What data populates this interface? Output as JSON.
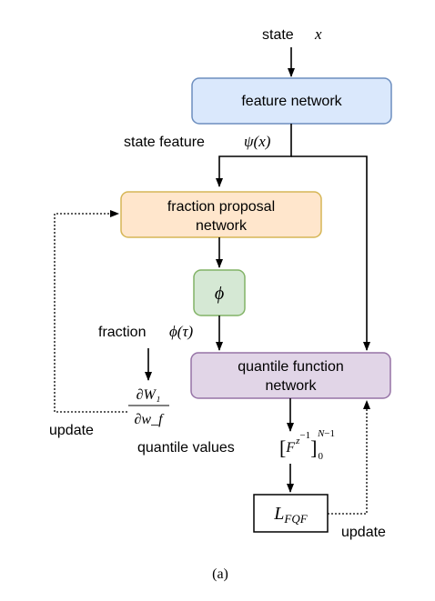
{
  "diagram": {
    "state_label": "state",
    "state_var": "x",
    "feature_network": "feature network",
    "state_feature_label": "state feature",
    "state_feature_math": "ψ(x)",
    "fraction_proposal_line1": "fraction proposal",
    "fraction_proposal_line2": "network",
    "phi_symbol": "ϕ",
    "fraction_label": "fraction",
    "fraction_math": "ϕ(τ)",
    "quantile_function_line1": "quantile function",
    "quantile_function_line2": "network",
    "grad_numerator": "∂W₁",
    "grad_denominator": "∂w_f",
    "update_left": "update",
    "quantile_values_label": "quantile values",
    "quantile_values_math": "[F_z^{-1}]_0^{N-1}",
    "loss_symbol": "L_FQF",
    "update_right": "update",
    "caption": "(a)"
  },
  "colors": {
    "feature_fill": "#dae8fc",
    "feature_stroke": "#6c8ebf",
    "fraction_fill": "#ffe6cc",
    "fraction_stroke": "#d6b656",
    "phi_fill": "#d5e8d4",
    "phi_stroke": "#82b366",
    "quantile_fill": "#e1d5e7",
    "quantile_stroke": "#9673a6"
  }
}
